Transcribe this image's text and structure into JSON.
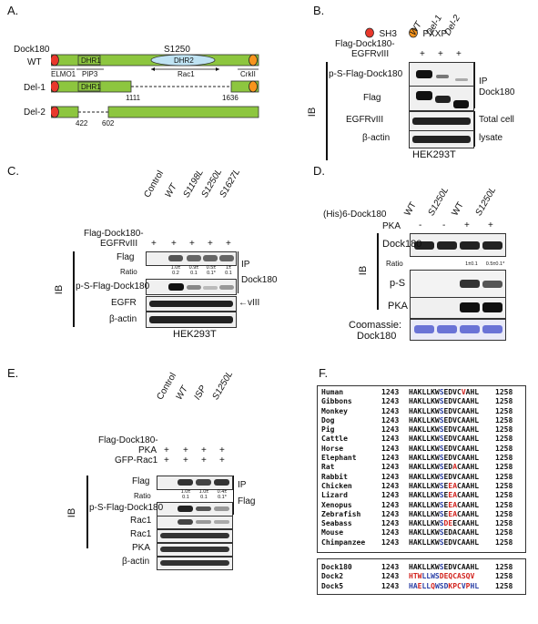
{
  "panels": {
    "A": "A.",
    "B": "B.",
    "C": "C.",
    "D": "D.",
    "E": "E.",
    "F": "F."
  },
  "panelA": {
    "legend_sh3": "SH3",
    "legend_pxxp": "PXXP",
    "name": "Dock180",
    "rows": [
      "WT",
      "Del-1",
      "Del-2"
    ],
    "s1250": "S1250",
    "domains": {
      "dhr1": "DHR1",
      "dhr2": "DHR2"
    },
    "binders": {
      "elmo1": "ELMO1",
      "pip3": "PIP3",
      "rac1": "Rac1",
      "crkii": "CrkII"
    },
    "numbers": {
      "n1111": "1111",
      "n1636": "1636",
      "n422": "422",
      "n602": "602"
    },
    "colors": {
      "bar": "#8dc63f",
      "sh3": "#e8382c",
      "pxxp": "#f7941d",
      "dhr2": "#bfe3f3"
    }
  },
  "panelB": {
    "cond1": "Flag-Dock180-",
    "cond2": "EGFRvIII",
    "lanes": [
      "WT",
      "Del-1",
      "Del-2"
    ],
    "plus": [
      "+",
      "+",
      "+"
    ],
    "blots": [
      "p-S-Flag-Dock180",
      "Flag",
      "EGFRvIII",
      "β-actin"
    ],
    "ip": "IP",
    "dock": "Dock180",
    "total": "Total cell",
    "lysate": "lysate",
    "ib": "IB",
    "cell": "HEK293T"
  },
  "panelC": {
    "cond1": "Flag-Dock180-",
    "cond2": "EGFRvIII",
    "lanes": [
      "Control",
      "WT",
      "S1198L",
      "S1250L",
      "S1627L"
    ],
    "plus": [
      "+",
      "+",
      "+",
      "+",
      "+"
    ],
    "flag": "Flag",
    "ratio": "Ratio",
    "ratios": [
      "1.0±\n0.2",
      "0.9±\n0.1",
      "0.5±\n0.1*",
      "1±\n0.1"
    ],
    "blots": [
      "p-S-Flag-Dock180",
      "EGFR",
      "β-actin"
    ],
    "ip": "IP",
    "dock": "Dock180",
    "viii": "vIII",
    "ib": "IB",
    "cell": "HEK293T"
  },
  "panelD": {
    "cond": "(His)6-Dock180",
    "pka": "PKA",
    "lanes": [
      "WT",
      "S1250L",
      "WT",
      "S1250L"
    ],
    "pka_signs": [
      "-",
      "-",
      "+",
      "+"
    ],
    "dock": "Dock180",
    "ratio": "Ratio",
    "ratios": [
      "1±0.1",
      "0.5±0.1*"
    ],
    "ps": "p-S",
    "pka_blot": "PKA",
    "coom1": "Coomassie:",
    "coom2": "Dock180",
    "ib": "IB"
  },
  "panelE": {
    "cond1": "Flag-Dock180-",
    "cond2": "PKA",
    "cond3": "GFP-Rac1",
    "lanes": [
      "Control",
      "WT",
      "ISP",
      "S1250L"
    ],
    "plus": [
      "+",
      "+",
      "+",
      "+"
    ],
    "flag": "Flag",
    "ratio": "Ratio",
    "ratios": [
      "1.0±\n0.1",
      "1.0±\n0.1",
      "0.4±\n0.1*"
    ],
    "blots": [
      "p-S-Flag-Dock180",
      "Rac1",
      "Rac1",
      "PKA",
      "β-actin"
    ],
    "ip": "IP",
    "ipflag": "Flag",
    "ib": "IB"
  },
  "panelF": {
    "species": [
      {
        "name": "Human",
        "seq": [
          [
            "HAKLLKW",
            ""
          ],
          [
            "S",
            "b"
          ],
          [
            "EDVC",
            ""
          ],
          [
            "V",
            "r"
          ],
          [
            "AHL",
            ""
          ]
        ]
      },
      {
        "name": "Gibbons",
        "seq": [
          [
            "HAKLLKW",
            ""
          ],
          [
            "S",
            "b"
          ],
          [
            "EDVCAAHL",
            ""
          ]
        ]
      },
      {
        "name": "Monkey",
        "seq": [
          [
            "HAKLLKW",
            ""
          ],
          [
            "S",
            "b"
          ],
          [
            "EDVCAAHL",
            ""
          ]
        ]
      },
      {
        "name": "Dog",
        "seq": [
          [
            "HAKLLKW",
            ""
          ],
          [
            "S",
            "b"
          ],
          [
            "EDVCAAHL",
            ""
          ]
        ]
      },
      {
        "name": "Pig",
        "seq": [
          [
            "HAKLLKW",
            ""
          ],
          [
            "S",
            "b"
          ],
          [
            "EDVCAAHL",
            ""
          ]
        ]
      },
      {
        "name": "Cattle",
        "seq": [
          [
            "HAKLLKW",
            ""
          ],
          [
            "S",
            "b"
          ],
          [
            "EDVCAAHL",
            ""
          ]
        ]
      },
      {
        "name": "Horse",
        "seq": [
          [
            "HAKLLKW",
            ""
          ],
          [
            "S",
            "b"
          ],
          [
            "EDVCAAHL",
            ""
          ]
        ]
      },
      {
        "name": "Elephant",
        "seq": [
          [
            "HAKLLKW",
            ""
          ],
          [
            "S",
            "b"
          ],
          [
            "EDVCAAHL",
            ""
          ]
        ]
      },
      {
        "name": "Rat",
        "seq": [
          [
            "HAKLLKW",
            ""
          ],
          [
            "S",
            "b"
          ],
          [
            "ED",
            ""
          ],
          [
            "A",
            "r"
          ],
          [
            "CAAHL",
            ""
          ]
        ]
      },
      {
        "name": "Rabbit",
        "seq": [
          [
            "HAKLLKW",
            ""
          ],
          [
            "S",
            "b"
          ],
          [
            "EDVCAAHL",
            ""
          ]
        ]
      },
      {
        "name": "Chicken",
        "seq": [
          [
            "HAKLLKW",
            ""
          ],
          [
            "S",
            "b"
          ],
          [
            "E",
            ""
          ],
          [
            "EA",
            "r"
          ],
          [
            "CAAHL",
            ""
          ]
        ]
      },
      {
        "name": "Lizard",
        "seq": [
          [
            "HAKLLKW",
            ""
          ],
          [
            "S",
            "b"
          ],
          [
            "E",
            ""
          ],
          [
            "EA",
            "r"
          ],
          [
            "CAAHL",
            ""
          ]
        ]
      },
      {
        "name": "Xenopus",
        "seq": [
          [
            "HAKLLKW",
            ""
          ],
          [
            "S",
            "b"
          ],
          [
            "E",
            ""
          ],
          [
            "EA",
            "r"
          ],
          [
            "CAAHL",
            ""
          ]
        ]
      },
      {
        "name": "Zebrafish",
        "seq": [
          [
            "HAKLLKW",
            ""
          ],
          [
            "S",
            "b"
          ],
          [
            "E",
            ""
          ],
          [
            "EA",
            "r"
          ],
          [
            "CAAHL",
            ""
          ]
        ]
      },
      {
        "name": "Seabass",
        "seq": [
          [
            "HAKLLKW",
            ""
          ],
          [
            "S",
            "b"
          ],
          [
            "DE",
            "r"
          ],
          [
            "E",
            ""
          ],
          [
            "CAAHL",
            ""
          ]
        ]
      },
      {
        "name": "Mouse",
        "seq": [
          [
            "HAKLLKW",
            ""
          ],
          [
            "S",
            "b"
          ],
          [
            "EDACAAHL",
            ""
          ]
        ]
      },
      {
        "name": "Chimpanzee",
        "seq": [
          [
            "HAKLLKW",
            ""
          ],
          [
            "S",
            "b"
          ],
          [
            "EDVCAAHL",
            ""
          ]
        ]
      }
    ],
    "start": "1243",
    "end": "1258",
    "paralogs": [
      {
        "name": "Dock180",
        "seq": [
          [
            "HAKLLKW",
            ""
          ],
          [
            "S",
            "b"
          ],
          [
            "EDVCAAHL",
            ""
          ]
        ]
      },
      {
        "name": "Dock2",
        "seq": [
          [
            "H",
            "r"
          ],
          [
            "TW",
            "r"
          ],
          [
            "LLWS",
            "b"
          ],
          [
            "D",
            "r"
          ],
          [
            "EQC",
            "r"
          ],
          [
            "ASQV",
            "r"
          ]
        ]
      },
      {
        "name": "Dock5",
        "seq": [
          [
            "HA",
            "b"
          ],
          [
            "E",
            "r"
          ],
          [
            "LL",
            "b"
          ],
          [
            "Q",
            "r"
          ],
          [
            "WSD",
            "b"
          ],
          [
            "KPC",
            "r"
          ],
          [
            "V",
            "b"
          ],
          [
            "P",
            "r"
          ],
          [
            "HL",
            "b"
          ]
        ]
      }
    ]
  }
}
